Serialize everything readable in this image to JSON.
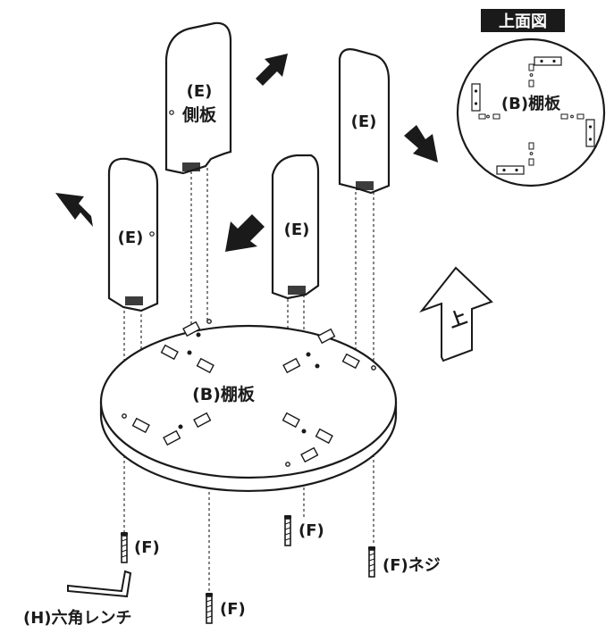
{
  "top_view": {
    "title": "上面図",
    "shelf_label": "(B)棚板"
  },
  "panels": {
    "e_label": "(E)",
    "side_panel_name": "側板"
  },
  "shelf": {
    "label": "(B)棚板"
  },
  "direction": {
    "up_label": "上"
  },
  "screws": {
    "label": "(F)",
    "screw_name": "(F)ネジ"
  },
  "wrench": {
    "label": "(H)六角レンチ"
  },
  "colors": {
    "ink": "#1a1a1a",
    "paper": "#ffffff"
  }
}
